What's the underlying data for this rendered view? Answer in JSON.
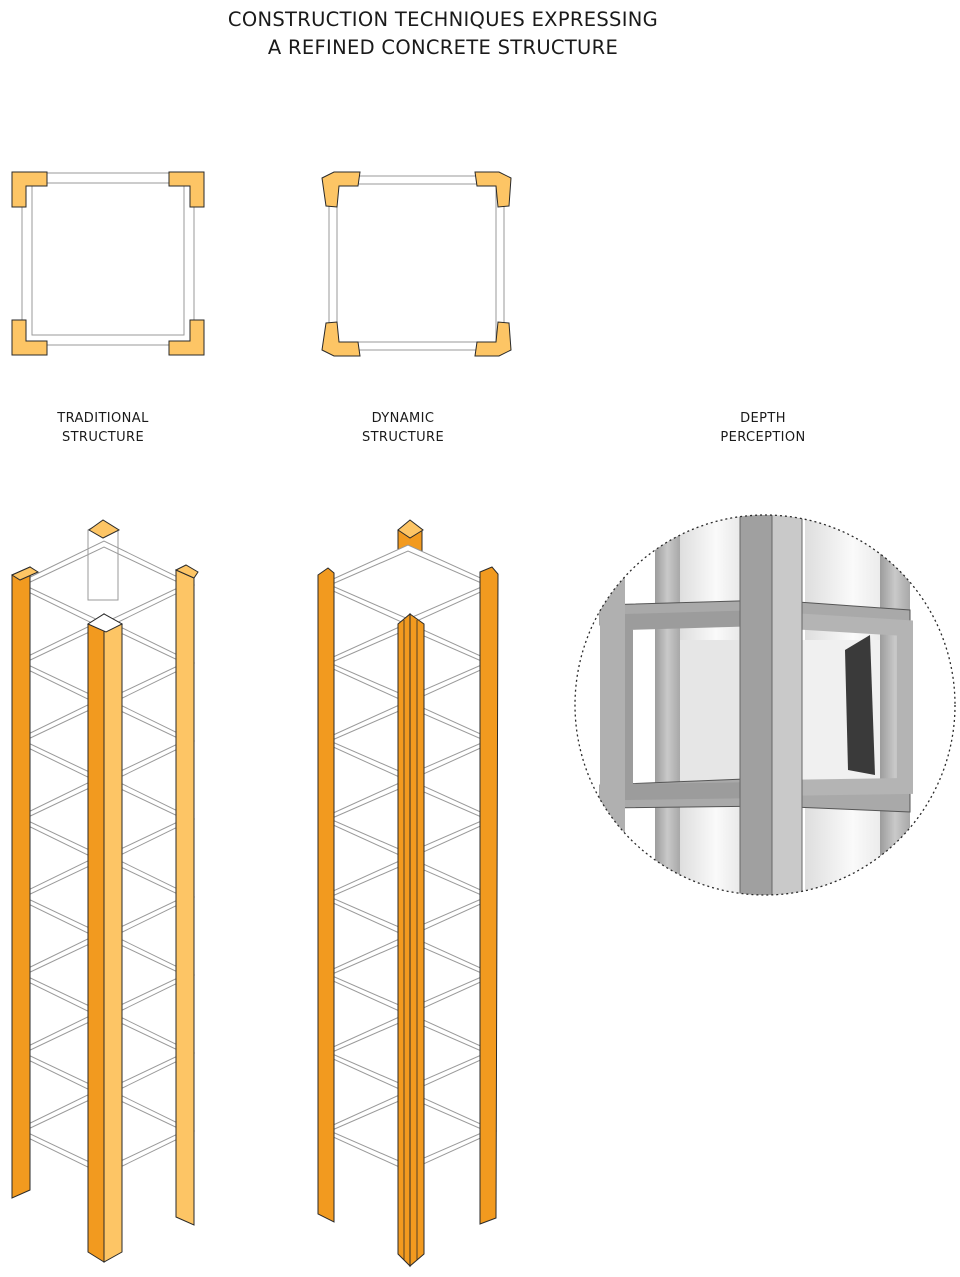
{
  "title": {
    "line1": "CONSTRUCTION TECHNIQUES EXPRESSING",
    "line2": "A REFINED CONCRETE STRUCTURE"
  },
  "labels": {
    "traditional": {
      "line1": "TRADITIONAL",
      "line2": "STRUCTURE"
    },
    "dynamic": {
      "line1": "DYNAMIC",
      "line2": "STRUCTURE"
    },
    "depth": {
      "line1": "DEPTH",
      "line2": "PERCEPTION"
    }
  },
  "colors": {
    "orange_dark": "#f29a1f",
    "orange_light": "#fdc565",
    "outline": "#2a2a2a",
    "frame_line": "#9a9a9a",
    "concrete": "#bdbdbd",
    "concrete_dark": "#8a8a8a"
  },
  "icons": [
    "traditional-plan-icon",
    "dynamic-plan-icon",
    "traditional-column-icon",
    "dynamic-column-icon",
    "depth-perception-lens-icon"
  ]
}
